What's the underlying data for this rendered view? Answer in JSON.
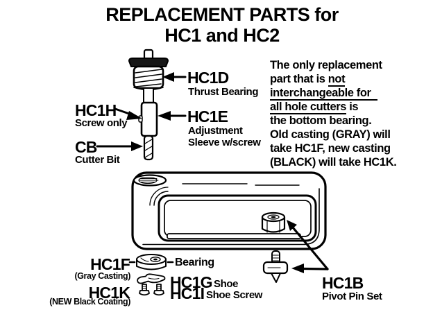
{
  "title": {
    "line1": "REPLACEMENT PARTS for",
    "line2": "HC1 and HC2"
  },
  "note": {
    "line1": "The only replacement",
    "line2_pre": "part that is ",
    "line2_underline": "not",
    "line3_underline": "interchangeable for",
    "line4_underline": "all hole cutters",
    "line4_post": " is",
    "line5": "the bottom bearing.",
    "line6": "Old casting (GRAY) will",
    "line7": "take HC1F, new casting",
    "line8": "(BLACK) will take HC1K."
  },
  "callouts": {
    "hc1d": {
      "code": "HC1D",
      "desc": "Thrust Bearing"
    },
    "hc1e": {
      "code": "HC1E",
      "desc_line1": "Adjustment",
      "desc_line2": "Sleeve w/screw"
    },
    "hc1h": {
      "code": "HC1H",
      "desc": "Screw only"
    },
    "cb": {
      "code": "CB",
      "desc": "Cutter Bit"
    },
    "hc1f": {
      "code": "HC1F",
      "desc": "(Gray Casting)"
    },
    "bearing_label": "Bearing",
    "hc1g": {
      "code": "HC1G",
      "desc": "Shoe"
    },
    "hc1k": {
      "code": "HC1K",
      "desc": "(NEW Black Coating)"
    },
    "hc1i": {
      "code": "HC1I",
      "desc": "Shoe Screw"
    },
    "hc1b": {
      "code": "HC1B",
      "desc": "Pivot Pin Set"
    }
  },
  "colors": {
    "ink": "#000000",
    "paper": "#ffffff"
  }
}
